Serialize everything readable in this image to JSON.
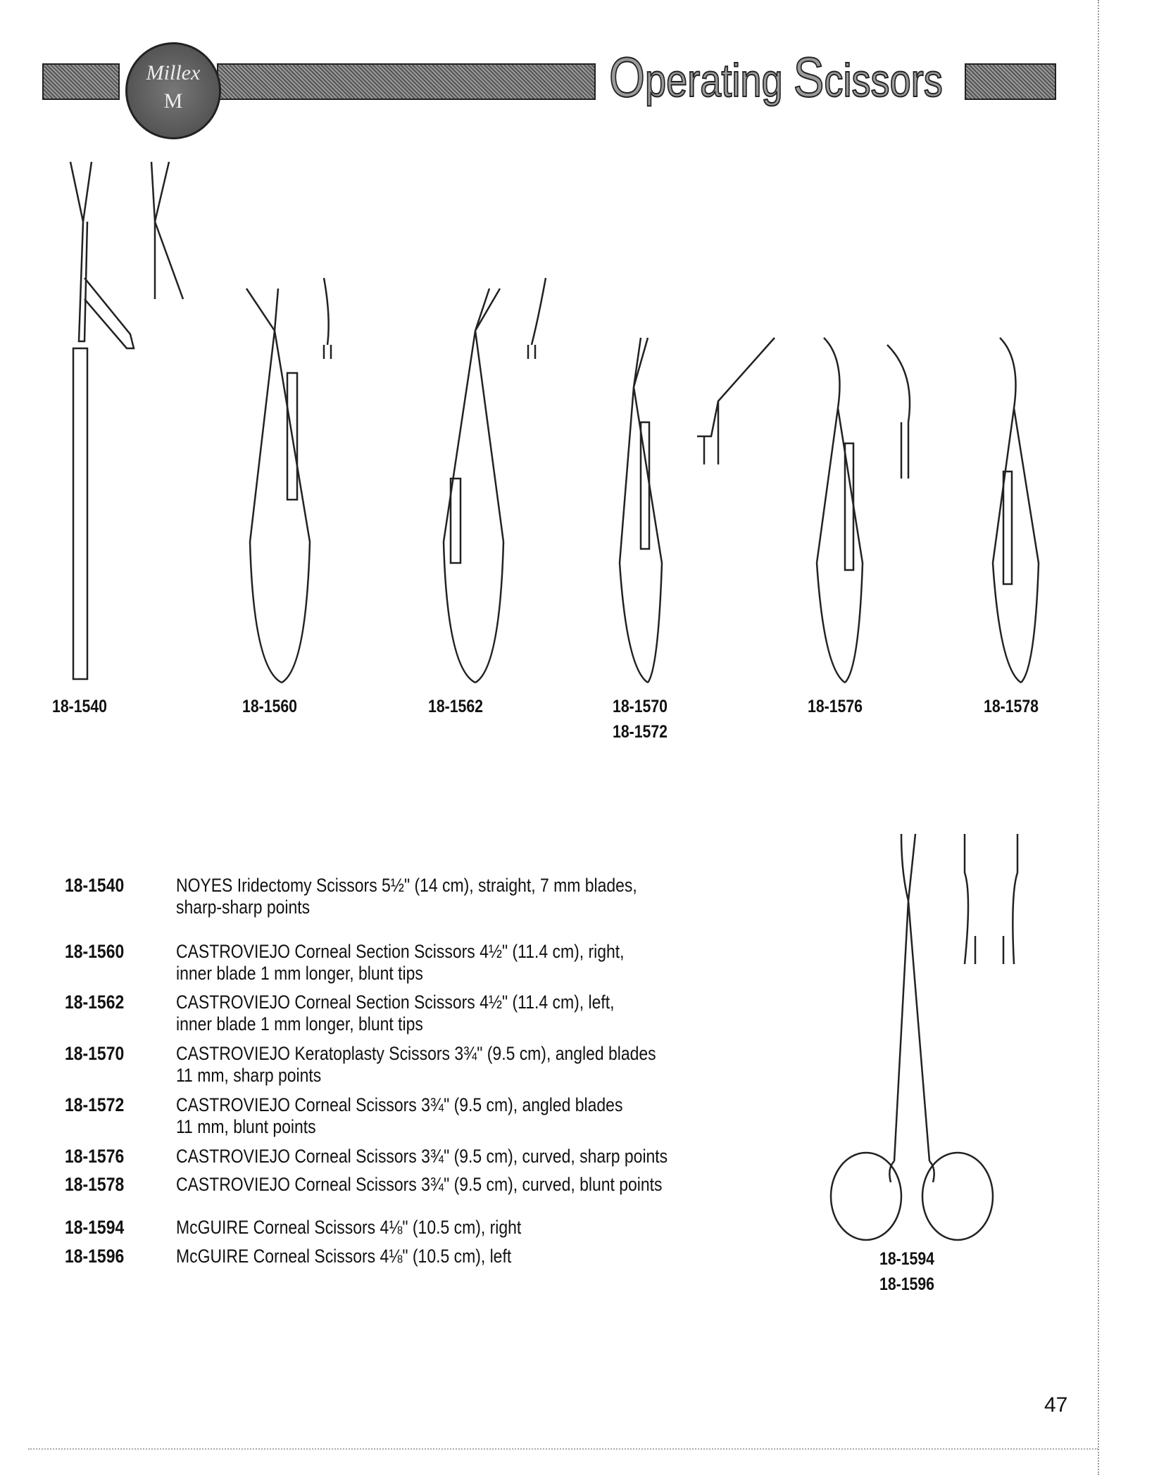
{
  "header": {
    "logo_text": "Millex M",
    "title_first_cap": "O",
    "title_rest1": "perating ",
    "title_second_cap": "S",
    "title_rest2": "cissors"
  },
  "illustration_labels": [
    "18-1540",
    "18-1560",
    "18-1562",
    "18-1570",
    "18-1572",
    "18-1576",
    "18-1578",
    "18-1594",
    "18-1596"
  ],
  "products": [
    {
      "code": "18-1540",
      "lines": [
        "NOYES Iridectomy Scissors 5½\" (14 cm), straight, 7 mm blades,",
        "sharp-sharp points"
      ]
    },
    {
      "code": "18-1560",
      "lines": [
        "CASTROVIEJO Corneal Section Scissors 4½\" (11.4 cm), right,",
        "inner blade 1 mm longer, blunt tips"
      ]
    },
    {
      "code": "18-1562",
      "lines": [
        "CASTROVIEJO Corneal Section Scissors 4½\" (11.4 cm), left,",
        "inner blade 1 mm longer, blunt tips"
      ]
    },
    {
      "code": "18-1570",
      "lines": [
        "CASTROVIEJO Keratoplasty Scissors 3¾\" (9.5 cm), angled blades",
        "11 mm, sharp points"
      ]
    },
    {
      "code": "18-1572",
      "lines": [
        "CASTROVIEJO Corneal Scissors 3¾\" (9.5 cm), angled blades",
        "11 mm, blunt points"
      ]
    },
    {
      "code": "18-1576",
      "lines": [
        "CASTROVIEJO Corneal Scissors 3¾\" (9.5 cm), curved, sharp points"
      ]
    },
    {
      "code": "18-1578",
      "lines": [
        "CASTROVIEJO Corneal Scissors 3¾\" (9.5 cm), curved, blunt points"
      ]
    },
    {
      "code": "18-1594",
      "lines": [
        "McGUIRE Corneal Scissors 4⅛\" (10.5 cm), right"
      ]
    },
    {
      "code": "18-1596",
      "lines": [
        "McGUIRE Corneal Scissors 4⅛\" (10.5 cm), left"
      ]
    }
  ],
  "page_number": "47"
}
